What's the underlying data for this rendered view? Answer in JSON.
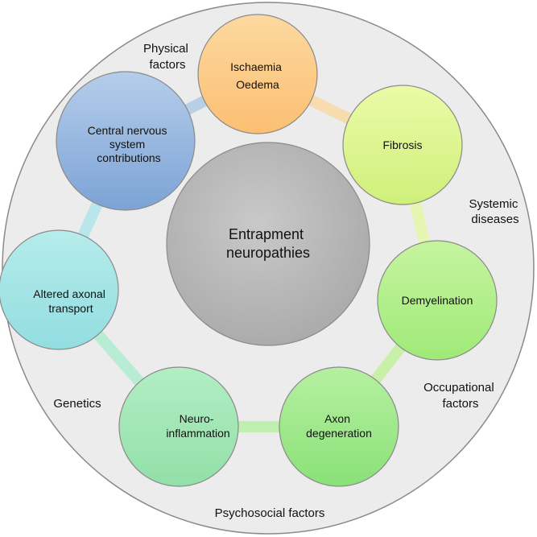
{
  "diagram": {
    "center": {
      "lines": [
        "Entrapment",
        "neuropathies"
      ],
      "color": "#b2b2b2"
    },
    "nodes": [
      {
        "id": "ischaemia-oedema",
        "lines": [
          "Ischaemia",
          "Oedema"
        ],
        "color": "#fcc882"
      },
      {
        "id": "fibrosis",
        "lines": [
          "Fibrosis"
        ],
        "color": "#dcf58a"
      },
      {
        "id": "demyelination",
        "lines": [
          "Demyelination"
        ],
        "color": "#b6ef8c"
      },
      {
        "id": "axon-degeneration",
        "lines": [
          "Axon",
          "degeneration"
        ],
        "color": "#a2ea8a"
      },
      {
        "id": "neuroinflammation",
        "lines": [
          "Neuro-",
          "inflammation"
        ],
        "color": "#a4e6b4"
      },
      {
        "id": "altered-axonal-transport",
        "lines": [
          "Altered axonal",
          "transport"
        ],
        "color": "#a3e4e4"
      },
      {
        "id": "cns-contributions",
        "lines": [
          "Central nervous",
          "system",
          "contributions"
        ],
        "color": "#8fb1dc"
      }
    ],
    "factors": [
      {
        "id": "physical-factors",
        "lines": [
          "Physical",
          "factors"
        ]
      },
      {
        "id": "systemic-diseases",
        "lines": [
          "Systemic",
          "diseases"
        ]
      },
      {
        "id": "occupational-factors",
        "lines": [
          "Occupational",
          "factors"
        ]
      },
      {
        "id": "psychosocial-factors",
        "lines": [
          "Psychosocial factors"
        ]
      },
      {
        "id": "genetics",
        "lines": [
          "Genetics"
        ]
      }
    ],
    "colors": {
      "outer_fill": "#ececec",
      "outer_stroke": "#8a8a8a",
      "node_stroke": "#8a8a8a",
      "connector_colors": [
        "#f7dcb0",
        "#e6f5b0",
        "#c9f0a8",
        "#bff0b0",
        "#b8ecd4",
        "#b8e6ea",
        "#b8cfe6"
      ]
    }
  }
}
